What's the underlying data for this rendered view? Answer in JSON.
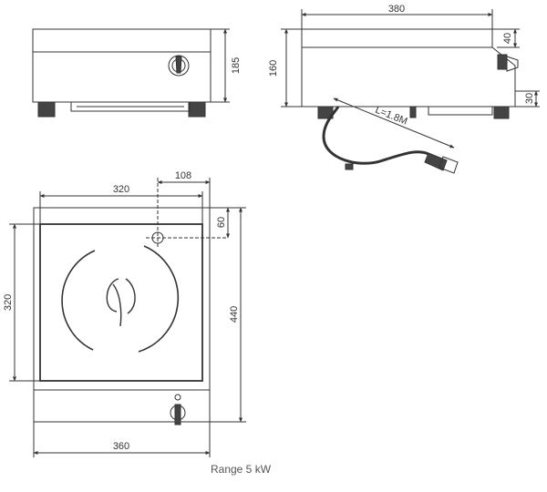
{
  "front_view": {
    "height_dim": "185"
  },
  "side_view": {
    "depth_dim": "380",
    "height_dim": "160",
    "panel_top_dim": "40",
    "panel_bottom_dim": "30",
    "cable_label": "L=1.8M"
  },
  "top_view": {
    "glass_width_dim": "320",
    "center_offset_dim": "108",
    "center_depth_dim": "60",
    "glass_depth_dim": "320",
    "overall_depth_dim": "440",
    "overall_width_dim": "360"
  },
  "caption": "Range 5 kW",
  "colors": {
    "line": "#333333",
    "caption": "#555555",
    "background": "#ffffff"
  }
}
